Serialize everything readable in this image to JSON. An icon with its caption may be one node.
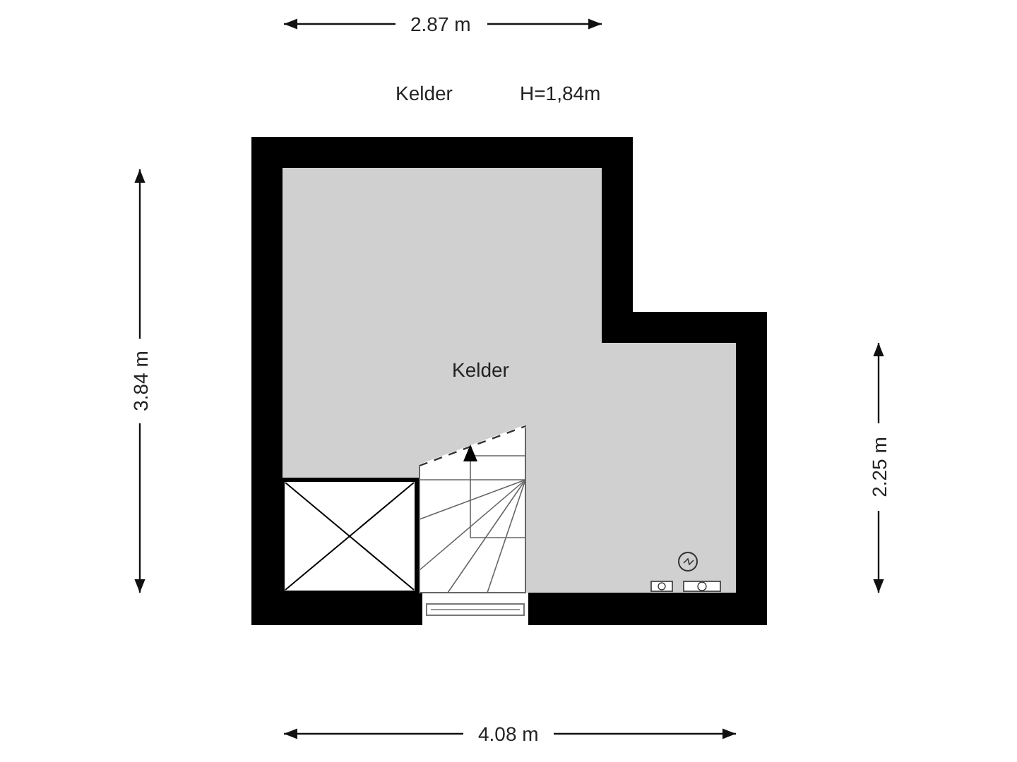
{
  "diagram": {
    "labels": [
      "2.87 m",
      "Kelder",
      "H=1,84m",
      "3.84 m",
      "Kelder",
      "2.25 m",
      "4.08 m"
    ]
  }
}
